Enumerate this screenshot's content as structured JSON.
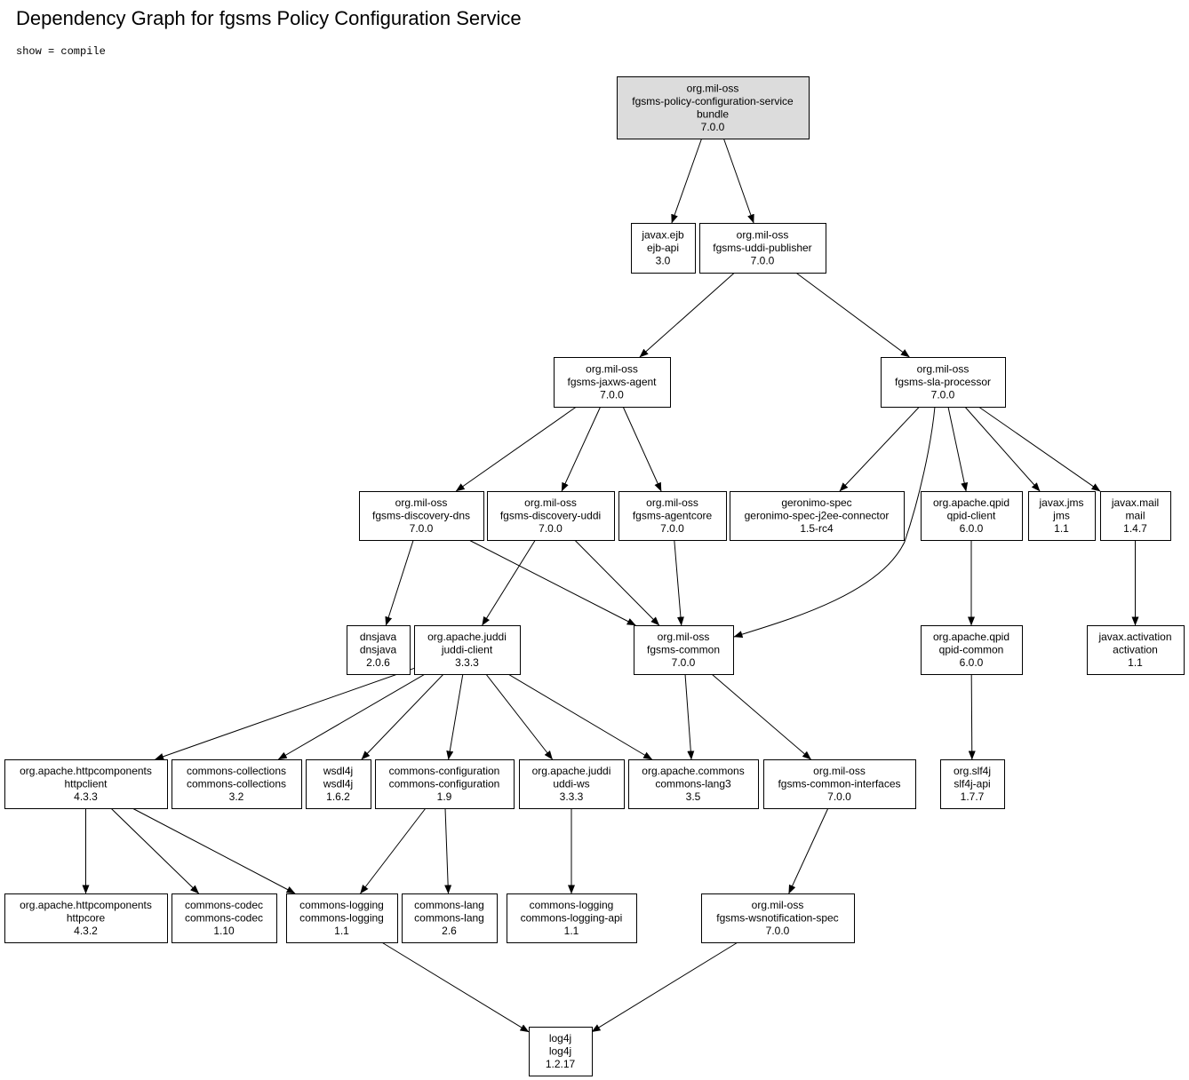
{
  "title": "Dependency Graph for fgsms Policy Configuration Service",
  "subtitle": "show = compile",
  "colors": {
    "root_fill": "#dcdcdc",
    "node_fill": "#ffffff",
    "stroke": "#000000"
  },
  "nodes": [
    {
      "id": "root",
      "lines": [
        "org.mil-oss",
        "fgsms-policy-configuration-service",
        "bundle",
        "7.0.0"
      ],
      "root": true
    },
    {
      "id": "ejb",
      "lines": [
        "javax.ejb",
        "ejb-api",
        "3.0"
      ]
    },
    {
      "id": "uddipub",
      "lines": [
        "org.mil-oss",
        "fgsms-uddi-publisher",
        "7.0.0"
      ]
    },
    {
      "id": "jaxws",
      "lines": [
        "org.mil-oss",
        "fgsms-jaxws-agent",
        "7.0.0"
      ]
    },
    {
      "id": "sla",
      "lines": [
        "org.mil-oss",
        "fgsms-sla-processor",
        "7.0.0"
      ]
    },
    {
      "id": "dns",
      "lines": [
        "org.mil-oss",
        "fgsms-discovery-dns",
        "7.0.0"
      ]
    },
    {
      "id": "duddi",
      "lines": [
        "org.mil-oss",
        "fgsms-discovery-uddi",
        "7.0.0"
      ]
    },
    {
      "id": "agentcore",
      "lines": [
        "org.mil-oss",
        "fgsms-agentcore",
        "7.0.0"
      ]
    },
    {
      "id": "geronimo",
      "lines": [
        "geronimo-spec",
        "geronimo-spec-j2ee-connector",
        "1.5-rc4"
      ]
    },
    {
      "id": "qpidclient",
      "lines": [
        "org.apache.qpid",
        "qpid-client",
        "6.0.0"
      ]
    },
    {
      "id": "jms",
      "lines": [
        "javax.jms",
        "jms",
        "1.1"
      ]
    },
    {
      "id": "mail",
      "lines": [
        "javax.mail",
        "mail",
        "1.4.7"
      ]
    },
    {
      "id": "dnsjava",
      "lines": [
        "dnsjava",
        "dnsjava",
        "2.0.6"
      ]
    },
    {
      "id": "juddiclient",
      "lines": [
        "org.apache.juddi",
        "juddi-client",
        "3.3.3"
      ]
    },
    {
      "id": "common",
      "lines": [
        "org.mil-oss",
        "fgsms-common",
        "7.0.0"
      ]
    },
    {
      "id": "qpidcommon",
      "lines": [
        "org.apache.qpid",
        "qpid-common",
        "6.0.0"
      ]
    },
    {
      "id": "activation",
      "lines": [
        "javax.activation",
        "activation",
        "1.1"
      ]
    },
    {
      "id": "httpclient",
      "lines": [
        "org.apache.httpcomponents",
        "httpclient",
        "4.3.3"
      ]
    },
    {
      "id": "collections",
      "lines": [
        "commons-collections",
        "commons-collections",
        "3.2"
      ]
    },
    {
      "id": "wsdl4j",
      "lines": [
        "wsdl4j",
        "wsdl4j",
        "1.6.2"
      ]
    },
    {
      "id": "configuration",
      "lines": [
        "commons-configuration",
        "commons-configuration",
        "1.9"
      ]
    },
    {
      "id": "uddiws",
      "lines": [
        "org.apache.juddi",
        "uddi-ws",
        "3.3.3"
      ]
    },
    {
      "id": "lang3",
      "lines": [
        "org.apache.commons",
        "commons-lang3",
        "3.5"
      ]
    },
    {
      "id": "commonif",
      "lines": [
        "org.mil-oss",
        "fgsms-common-interfaces",
        "7.0.0"
      ]
    },
    {
      "id": "slf4j",
      "lines": [
        "org.slf4j",
        "slf4j-api",
        "1.7.7"
      ]
    },
    {
      "id": "httpcore",
      "lines": [
        "org.apache.httpcomponents",
        "httpcore",
        "4.3.2"
      ]
    },
    {
      "id": "codec",
      "lines": [
        "commons-codec",
        "commons-codec",
        "1.10"
      ]
    },
    {
      "id": "logging",
      "lines": [
        "commons-logging",
        "commons-logging",
        "1.1"
      ]
    },
    {
      "id": "lang",
      "lines": [
        "commons-lang",
        "commons-lang",
        "2.6"
      ]
    },
    {
      "id": "loggingapi",
      "lines": [
        "commons-logging",
        "commons-logging-api",
        "1.1"
      ]
    },
    {
      "id": "wsnotif",
      "lines": [
        "org.mil-oss",
        "fgsms-wsnotification-spec",
        "7.0.0"
      ]
    },
    {
      "id": "log4j",
      "lines": [
        "log4j",
        "log4j",
        "1.2.17"
      ]
    }
  ],
  "edges": [
    [
      "root",
      "ejb"
    ],
    [
      "root",
      "uddipub"
    ],
    [
      "uddipub",
      "jaxws"
    ],
    [
      "uddipub",
      "sla"
    ],
    [
      "jaxws",
      "dns"
    ],
    [
      "jaxws",
      "duddi"
    ],
    [
      "jaxws",
      "agentcore"
    ],
    [
      "sla",
      "geronimo"
    ],
    [
      "sla",
      "common"
    ],
    [
      "sla",
      "qpidclient"
    ],
    [
      "sla",
      "jms"
    ],
    [
      "sla",
      "mail"
    ],
    [
      "dns",
      "dnsjava"
    ],
    [
      "dns",
      "common"
    ],
    [
      "duddi",
      "juddiclient"
    ],
    [
      "duddi",
      "common"
    ],
    [
      "agentcore",
      "common"
    ],
    [
      "qpidclient",
      "qpidcommon"
    ],
    [
      "mail",
      "activation"
    ],
    [
      "juddiclient",
      "httpclient"
    ],
    [
      "juddiclient",
      "collections"
    ],
    [
      "juddiclient",
      "wsdl4j"
    ],
    [
      "juddiclient",
      "configuration"
    ],
    [
      "juddiclient",
      "uddiws"
    ],
    [
      "juddiclient",
      "lang3"
    ],
    [
      "common",
      "lang3"
    ],
    [
      "common",
      "commonif"
    ],
    [
      "qpidcommon",
      "slf4j"
    ],
    [
      "httpclient",
      "httpcore"
    ],
    [
      "httpclient",
      "codec"
    ],
    [
      "httpclient",
      "logging"
    ],
    [
      "configuration",
      "logging"
    ],
    [
      "configuration",
      "lang"
    ],
    [
      "uddiws",
      "loggingapi"
    ],
    [
      "commonif",
      "wsnotif"
    ],
    [
      "logging",
      "log4j"
    ],
    [
      "wsnotif",
      "log4j"
    ]
  ]
}
